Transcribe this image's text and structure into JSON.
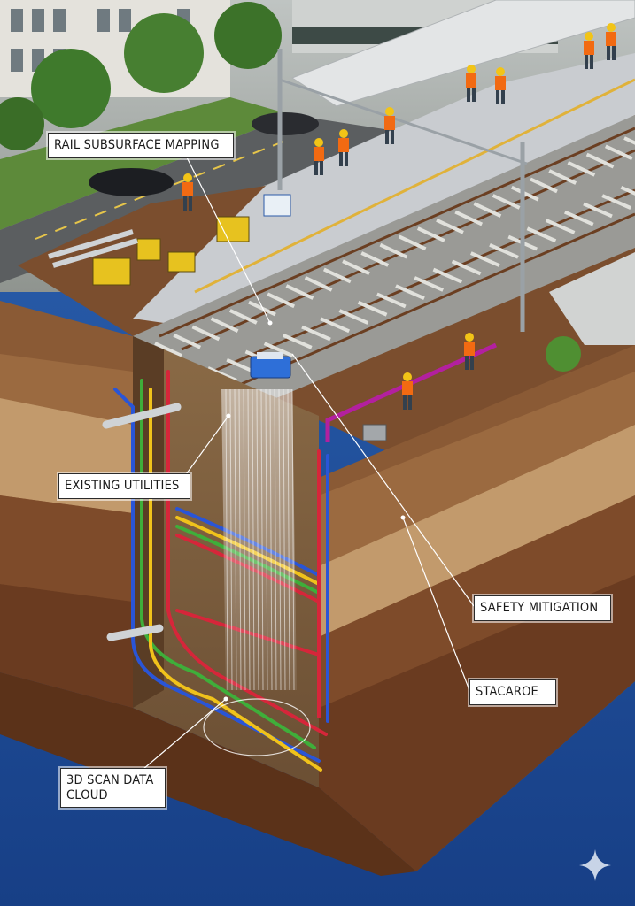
{
  "callouts": {
    "rail_subsurface_mapping": "RAIL SUBSURFACE MAPPING",
    "existing_utilities": "EXISTING UTILITIES",
    "safety_mitigation": "SAFETY MITIGATION",
    "stacaroe": "STACAROE",
    "scan_data_cloud": "3D SCAN DATA\nCLOUD"
  },
  "icons": {
    "corner_mark": "sparkle-icon"
  },
  "colors": {
    "background_blue": "#1f4f9a",
    "topsoil": "#6e4326",
    "track_ballast": "#9a9a96",
    "platform": "#c9ccd0",
    "utility_red": "#d6263a",
    "utility_blue": "#2a55d6",
    "utility_yellow": "#f0c21b",
    "utility_green": "#3fae3a",
    "hi_vis_orange": "#f26a12"
  }
}
